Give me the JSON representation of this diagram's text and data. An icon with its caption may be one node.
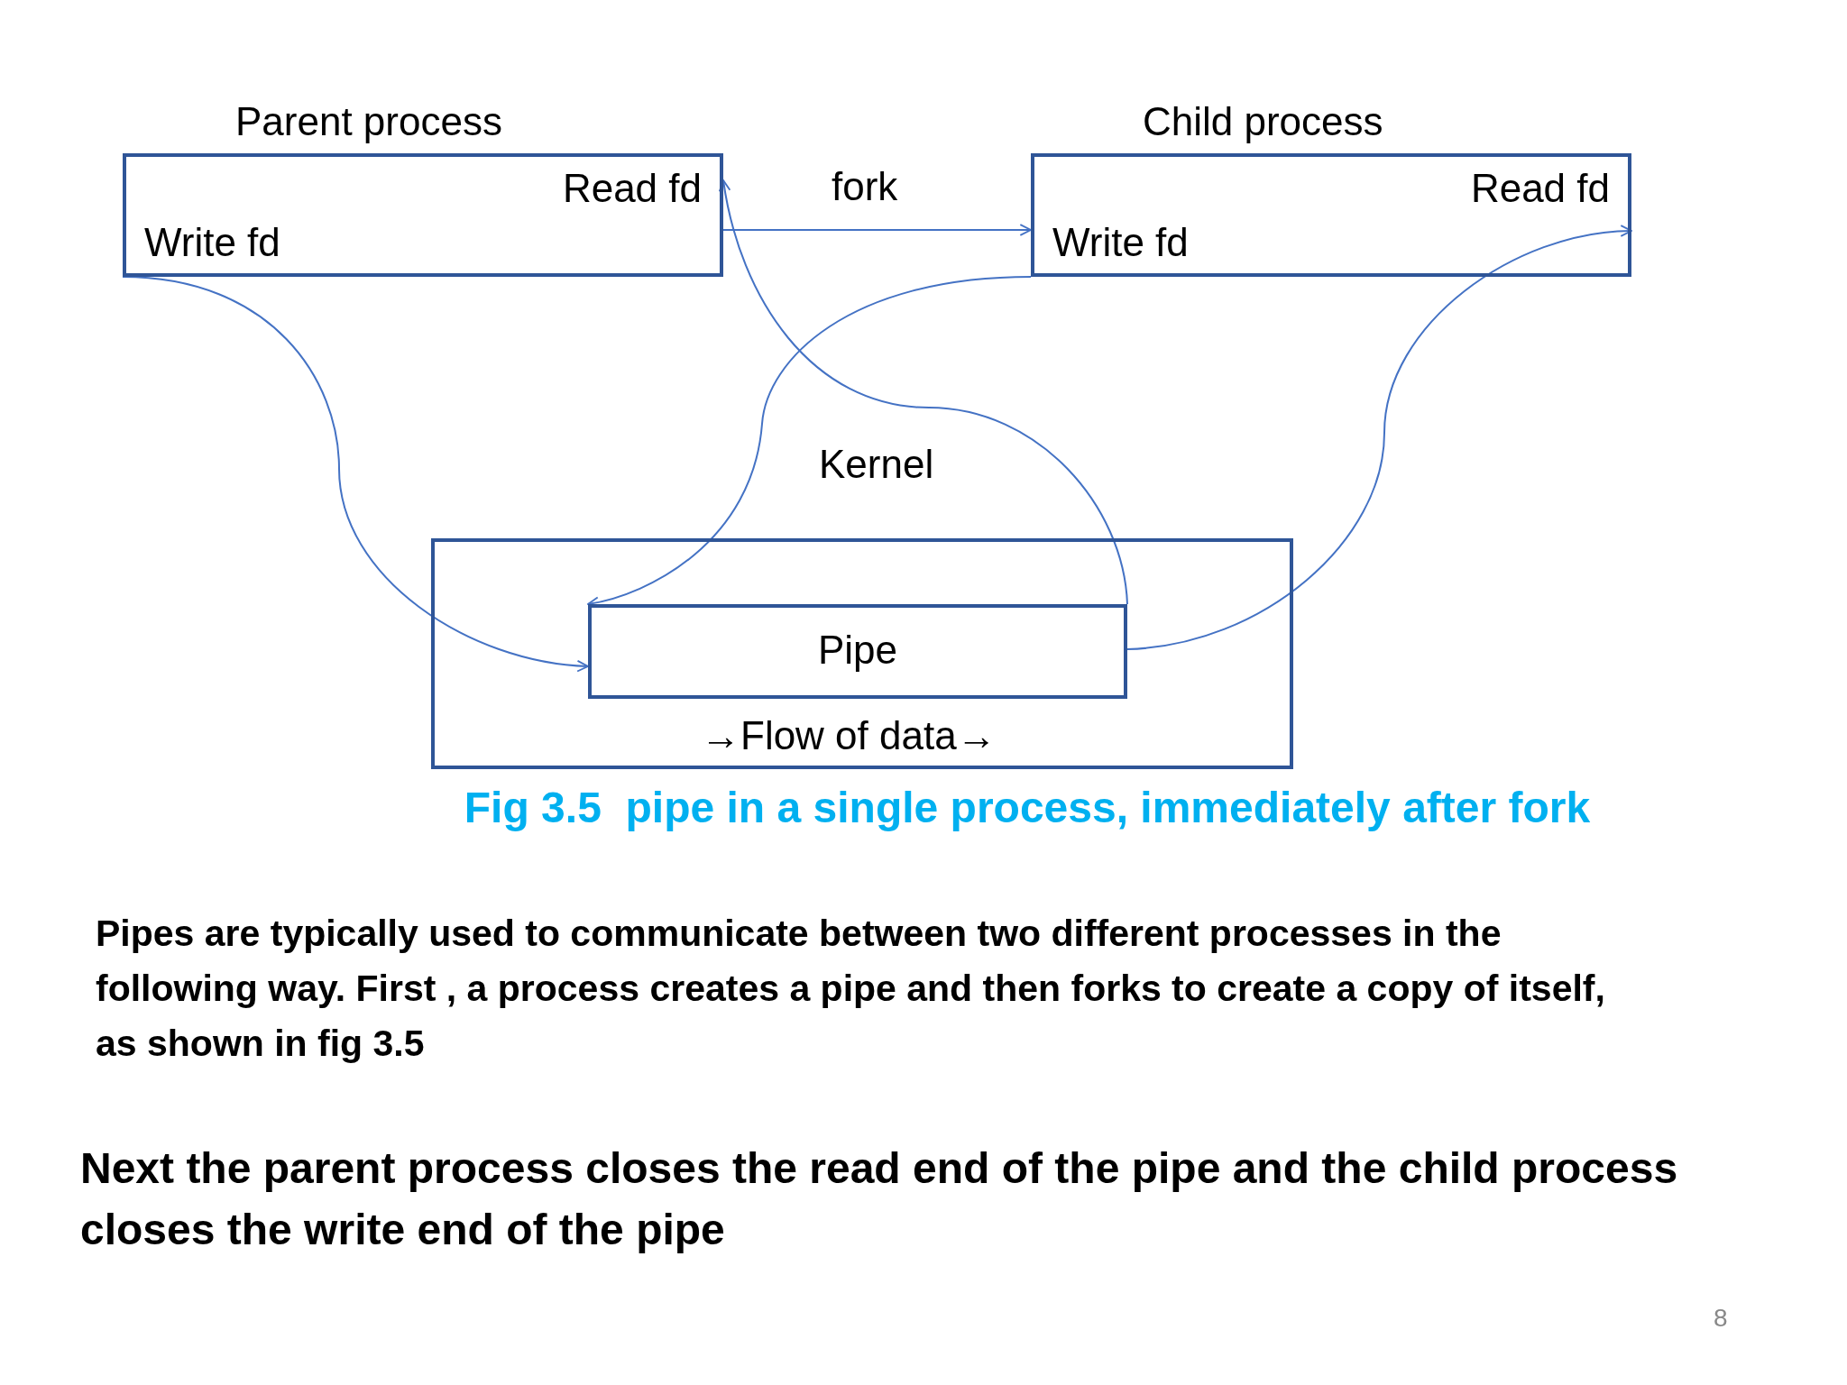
{
  "diagram": {
    "caption": "Fig 3.5  pipe in a single process, immediately after fork",
    "nodes": [
      {
        "text": [
          "Parent process",
          "Read fd",
          "Write fd"
        ]
      },
      {
        "text": [
          "Child process",
          "Read fd",
          "Write fd"
        ]
      },
      {
        "text": [
          "Kernel",
          "→Flow of data→"
        ]
      },
      {
        "text": [
          "Pipe"
        ],
        "in": 2
      }
    ],
    "edges": [
      {
        "from": 0,
        "to": 1,
        "arrow": "to",
        "label": "fork"
      },
      {
        "from": 0,
        "to": 3,
        "arrow": "to"
      },
      {
        "from": 3,
        "to": 0,
        "arrow": "to"
      },
      {
        "from": 1,
        "to": 3,
        "arrow": "to"
      },
      {
        "from": 3,
        "to": 1,
        "arrow": "to"
      }
    ],
    "labels": [
      "Pipes are typically used to communicate between two different processes in the following way. First , a process creates a pipe and then forks to create a copy of itself, as shown in  fig 3.5",
      "Next the parent process closes the read end of the pipe and the child process closes the write end of the pipe",
      "8"
    ]
  }
}
